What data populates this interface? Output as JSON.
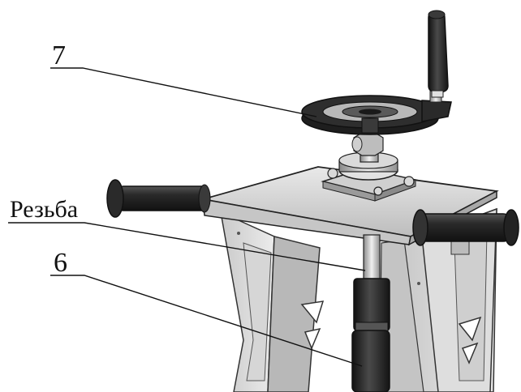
{
  "callouts": {
    "item_7": "7",
    "thread": "Резьба",
    "item_6": "6"
  },
  "colors": {
    "steel_light": "#dcdcdc",
    "steel_dark": "#7e7e7e",
    "rubber": "#242424",
    "outline": "#1a1a1a"
  }
}
